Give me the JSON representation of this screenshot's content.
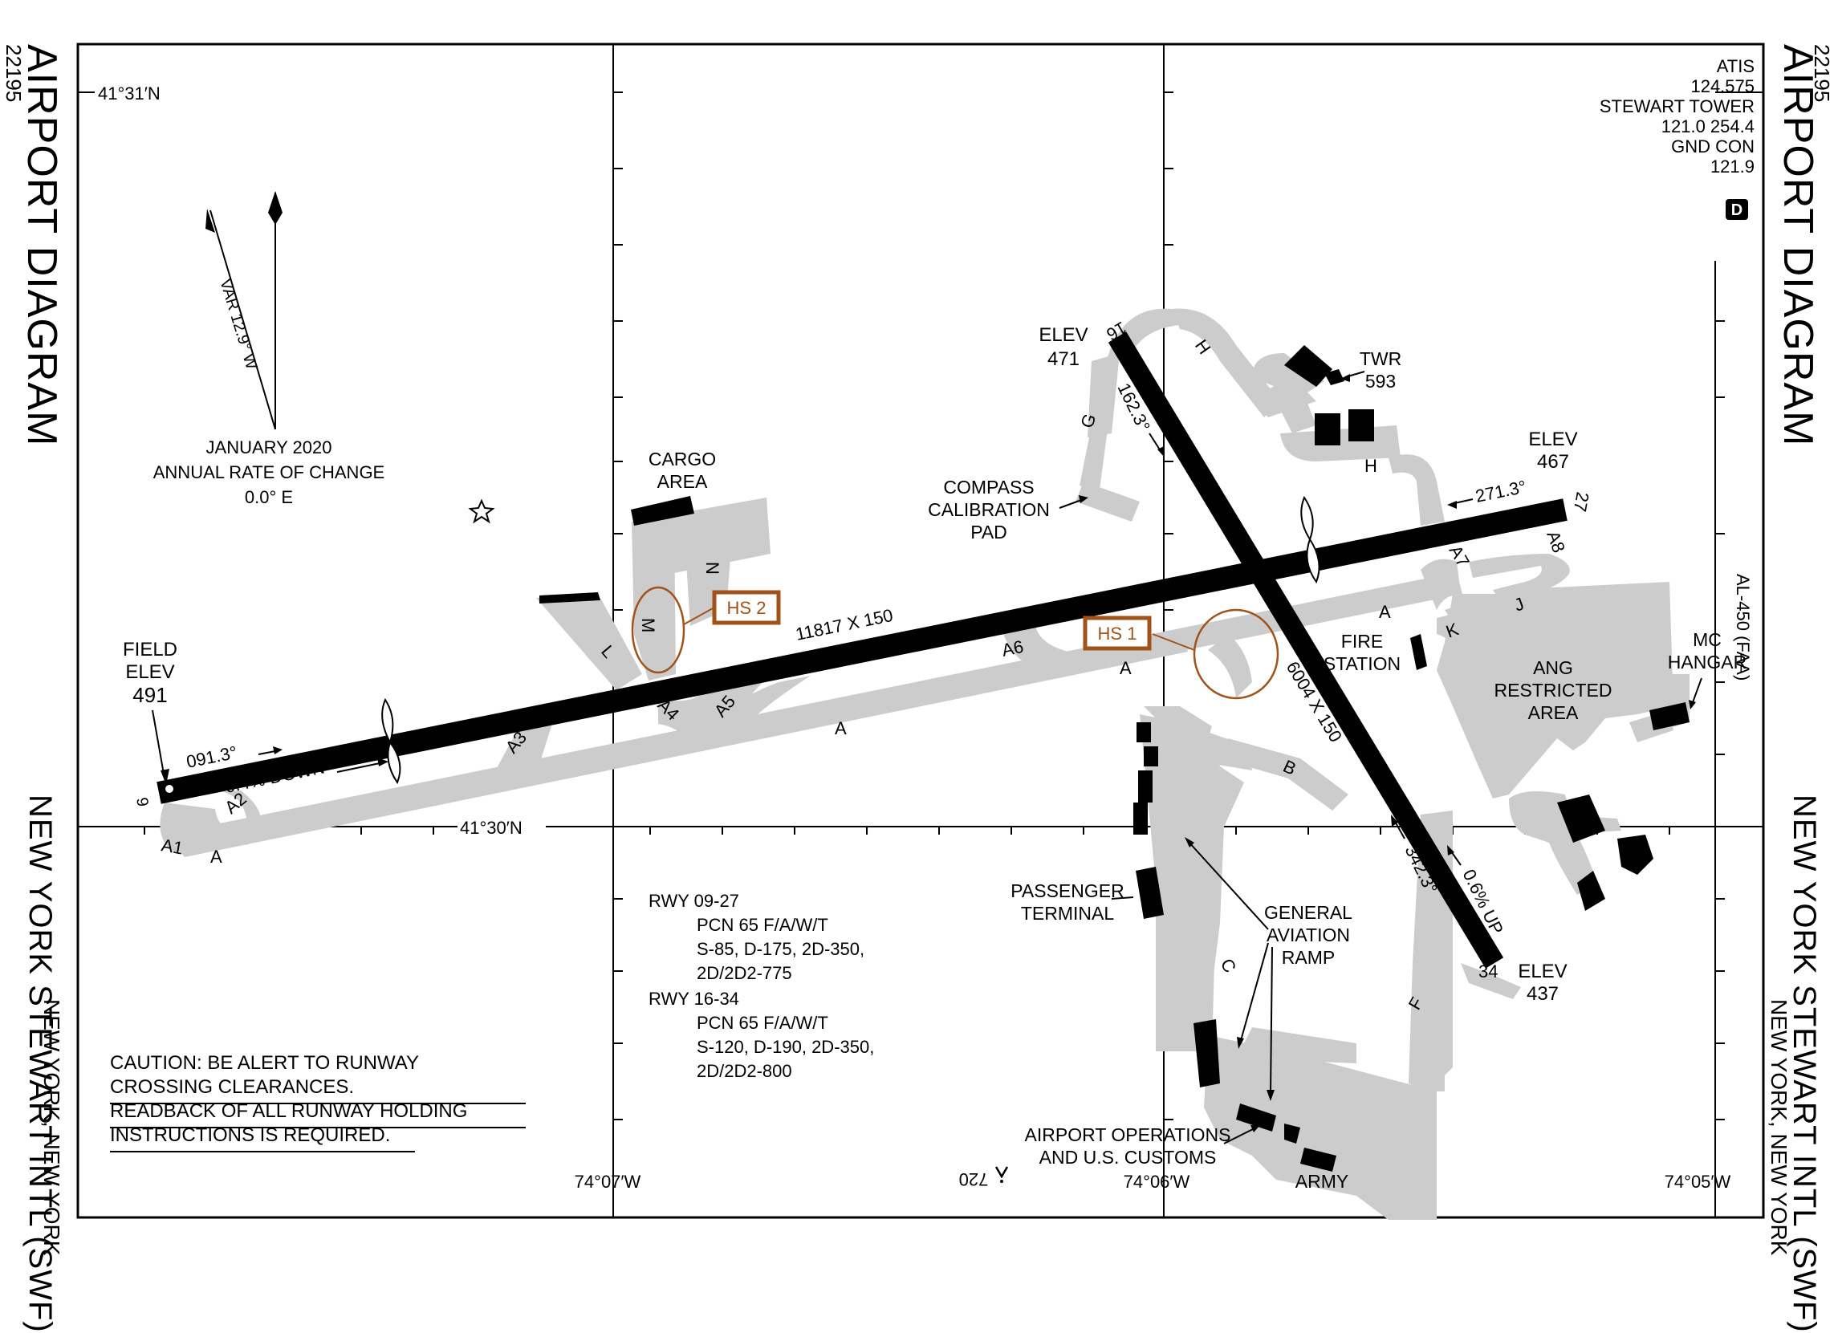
{
  "chart_id": "22195",
  "title": "AIRPORT DIAGRAM",
  "airport_name": "NEW YORK STEWART INTL (SWF)",
  "city_state": "NEW YORK, NEW YORK",
  "frequencies": {
    "atis_label": "ATIS",
    "atis": "124.575",
    "tower_label": "STEWART TOWER",
    "tower": "121.0  254.4",
    "gnd_label": "GND CON",
    "gnd": "121.9",
    "airspace_badge": "D"
  },
  "magnetic": {
    "var": "VAR 12.9° W",
    "date": "JANUARY 2020",
    "rate_label": "ANNUAL RATE OF CHANGE",
    "rate": "0.0° E"
  },
  "coords": {
    "lat_top": "41°31′N",
    "lat_bottom": "41°30′N",
    "lon_left": "74°07′W",
    "lon_mid": "74°06′W",
    "lon_right": "74°05′W"
  },
  "field_elev": {
    "label1": "FIELD",
    "label2": "ELEV",
    "value": "491"
  },
  "runways": {
    "r09_label": "9",
    "r27_label": "27",
    "r16_label": "16",
    "r34_label": "34",
    "r09_27_dims": "11817 X 150",
    "r16_34_dims": "6004 X 150",
    "hdg_091": "091.3°",
    "hdg_271": "271.3°",
    "hdg_162": "162.3°",
    "hdg_342": "342.3°",
    "slope_09": "0.4% DOWN",
    "slope_34": "0.6% UP",
    "elev16_l": "ELEV",
    "elev16": "471",
    "elev27_l": "ELEV",
    "elev27": "467",
    "elev34_l": "ELEV",
    "elev34": "437"
  },
  "taxiways": [
    "A",
    "A1",
    "A2",
    "A3",
    "A4",
    "A5",
    "A6",
    "A7",
    "A8",
    "B",
    "C",
    "F",
    "G",
    "H",
    "J",
    "K",
    "L",
    "M",
    "N"
  ],
  "hotspots": [
    "HS 1",
    "HS 2"
  ],
  "labels": {
    "cargo1": "CARGO",
    "cargo2": "AREA",
    "compass1": "COMPASS",
    "compass2": "CALIBRATION",
    "compass3": "PAD",
    "twr": "TWR",
    "twr_elev": "593",
    "fire1": "FIRE",
    "fire2": "STATION",
    "ang1": "ANG",
    "ang2": "RESTRICTED",
    "ang3": "AREA",
    "mc1": "MC",
    "mc2": "HANGAR",
    "pt1": "PASSENGER",
    "pt2": "TERMINAL",
    "ga1": "GENERAL",
    "ga2": "AVIATION",
    "ga3": "RAMP",
    "ops1": "AIRPORT OPERATIONS",
    "ops2": "AND U.S. CUSTOMS",
    "army": "ARMY",
    "obst": "720",
    "al_number": "AL-450 (FAA)"
  },
  "pcn": {
    "rwy1": "RWY 09-27",
    "rwy1_l1": "PCN 65 F/A/W/T",
    "rwy1_l2": "S-85, D-175, 2D-350,",
    "rwy1_l3": "2D/2D2-775",
    "rwy2": "RWY 16-34",
    "rwy2_l1": "PCN 65 F/A/W/T",
    "rwy2_l2": "S-120, D-190, 2D-350,",
    "rwy2_l3": "2D/2D2-800"
  },
  "caution": {
    "l1": "CAUTION: BE ALERT TO RUNWAY",
    "l2": "CROSSING CLEARANCES.",
    "l3": "READBACK OF ALL RUNWAY HOLDING",
    "l4": "INSTRUCTIONS IS REQUIRED."
  },
  "colors": {
    "pavement": "#cccccc",
    "runway": "#000000",
    "hotspot": "#a0521a"
  }
}
